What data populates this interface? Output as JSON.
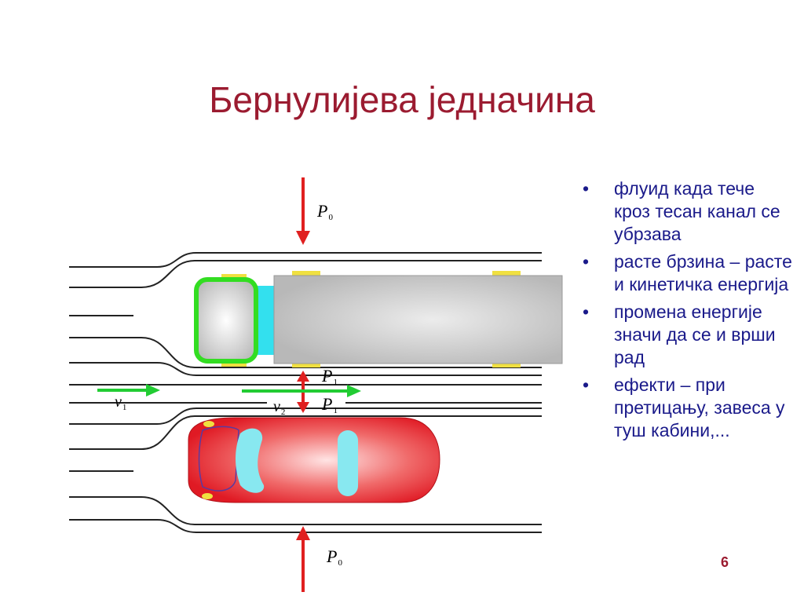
{
  "title": "Бернулијева једначина",
  "bullets": [
    "флуид када тече кроз тесан канал се убрзава",
    "расте брзина – расте и кинетичка енергија",
    "промена енергије значи да се и врши рад",
    "ефекти – при претицању, завеса  у туш кабини,..."
  ],
  "bullet_symbol": "•",
  "slide_number": "6",
  "diagram": {
    "labels": {
      "p0_top": "P",
      "p0_top_sub": "0",
      "p1_upper": "P",
      "p1_upper_sub": "1",
      "p1_lower": "P",
      "p1_lower_sub": "1",
      "v1": "v",
      "v1_sub": "1",
      "v2": "v",
      "v2_sub": "2",
      "p0_bottom": "P",
      "p0_bottom_sub": "0"
    },
    "colors": {
      "title": "#9b1b30",
      "bullet_text": "#1a1a8a",
      "arrow_red": "#e02020",
      "arrow_green": "#22cc33",
      "truck_body": "#c8c8c8",
      "truck_cab_border": "#33dd22",
      "truck_coupler": "#33e0ee",
      "wheels": "#f0e040",
      "car_body": "#e8202a",
      "car_window": "#88e8f0"
    }
  }
}
